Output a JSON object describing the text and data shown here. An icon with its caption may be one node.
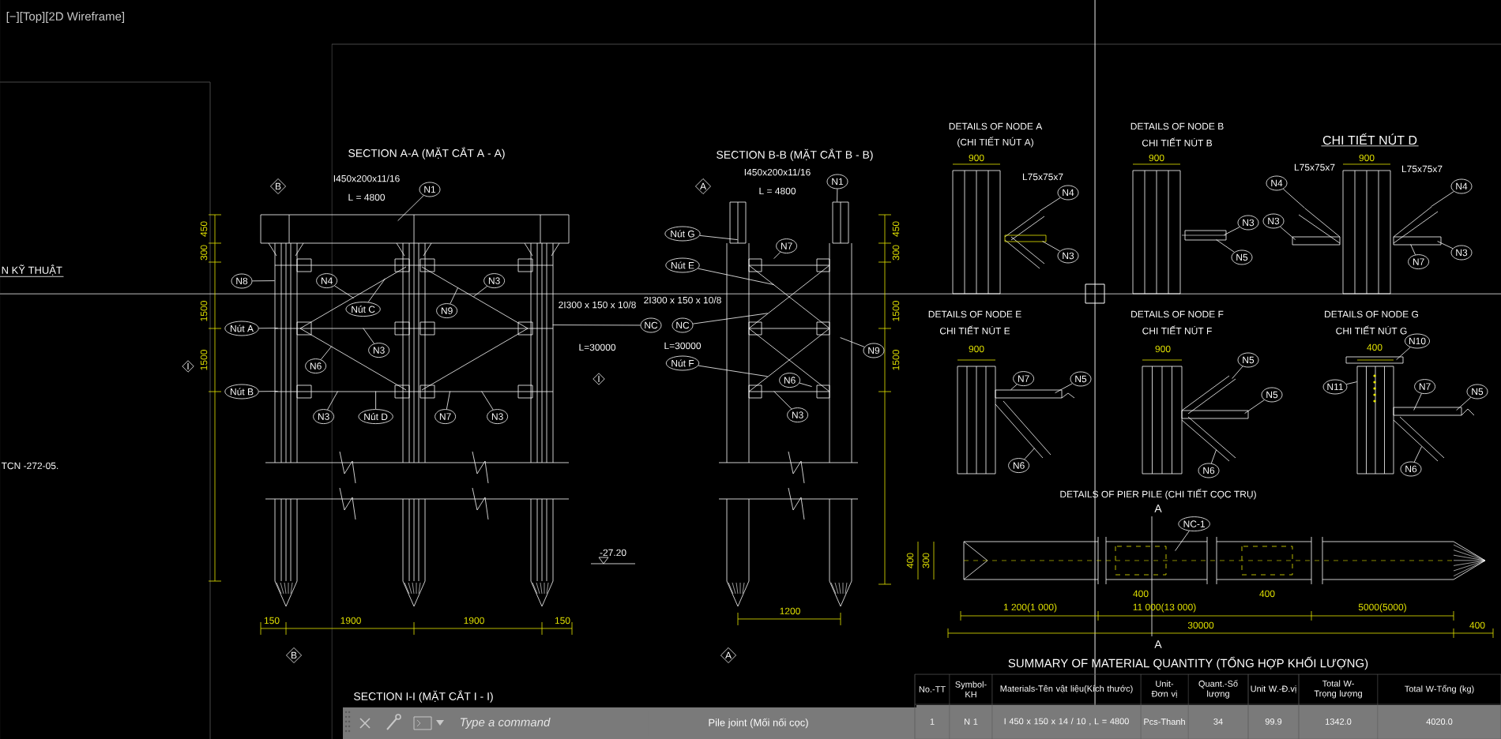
{
  "diagram": {
    "nodes": [
      {
        "text": [],
        "shape": "picture"
      },
      {
        "text": [
          "N1"
        ]
      },
      {
        "text": [
          "N8"
        ]
      },
      {
        "text": [
          "N4"
        ],
        "in": 0
      },
      {
        "text": [
          "N3"
        ],
        "in": 0
      },
      {
        "text": [
          "Nút A"
        ]
      },
      {
        "text": [
          "Nút C"
        ],
        "in": 0
      },
      {
        "text": [
          "N9"
        ],
        "in": 0
      },
      {
        "text": [
          "N3"
        ],
        "in": 0
      },
      {
        "text": [
          "N6"
        ],
        "in": 0
      },
      {
        "text": [
          "Nút D"
        ],
        "in": 0
      },
      {
        "text": [
          "N7"
        ],
        "in": 0
      },
      {
        "text": [
          "Nút B"
        ]
      },
      {
        "text": [
          "N3"
        ],
        "in": 0
      },
      {
        "text": [
          "N3"
        ],
        "in": 0
      },
      {
        "text": [
          "NC"
        ]
      },
      {
        "text": [],
        "shape": "picture"
      },
      {
        "text": [
          "N1"
        ]
      },
      {
        "text": [
          "Nút G"
        ]
      },
      {
        "text": [
          "N7"
        ],
        "in": 16
      },
      {
        "text": [
          "Nút E"
        ]
      },
      {
        "text": [
          "NC"
        ]
      },
      {
        "text": [
          "Nút F"
        ]
      },
      {
        "text": [
          "N6"
        ],
        "in": 16
      },
      {
        "text": [
          "N9"
        ]
      },
      {
        "text": [
          "N3"
        ],
        "in": 16
      },
      {
        "text": [],
        "shape": "picture"
      },
      {
        "text": [
          "N4"
        ]
      },
      {
        "text": [
          "N3"
        ]
      },
      {
        "text": [],
        "shape": "picture"
      },
      {
        "text": [
          "N3"
        ]
      },
      {
        "text": [
          "N5"
        ]
      },
      {
        "text": [],
        "shape": "picture"
      },
      {
        "text": [
          "N4"
        ]
      },
      {
        "text": [
          "N3"
        ]
      },
      {
        "text": [
          "N7"
        ],
        "in": 32
      },
      {
        "text": [
          "N3"
        ]
      },
      {
        "text": [
          "N4"
        ]
      },
      {
        "text": [],
        "shape": "picture"
      },
      {
        "text": [
          "N7"
        ],
        "in": 38
      },
      {
        "text": [
          "N5"
        ]
      },
      {
        "text": [
          "N6"
        ],
        "in": 38
      },
      {
        "text": [],
        "shape": "picture"
      },
      {
        "text": [
          "N5"
        ]
      },
      {
        "text": [
          "N5"
        ]
      },
      {
        "text": [
          "N6"
        ]
      },
      {
        "text": [],
        "shape": "picture"
      },
      {
        "text": [
          "N10"
        ]
      },
      {
        "text": [
          "N11"
        ]
      },
      {
        "text": [
          "N7"
        ],
        "in": 46
      },
      {
        "text": [
          "N5"
        ]
      },
      {
        "text": [
          "N6"
        ]
      },
      {
        "text": [],
        "shape": "picture"
      },
      {
        "text": [
          "NC-1"
        ],
        "in": 52
      }
    ],
    "edges": [
      {
        "from": 1,
        "to": 0,
        "arrow": "none"
      },
      {
        "from": 2,
        "to": 0,
        "arrow": "none"
      },
      {
        "from": 3,
        "to": 0,
        "arrow": "none"
      },
      {
        "from": 4,
        "to": 0,
        "arrow": "none"
      },
      {
        "from": 5,
        "to": 0,
        "arrow": "none"
      },
      {
        "from": 6,
        "to": 0,
        "arrow": "none"
      },
      {
        "from": 7,
        "to": 0,
        "arrow": "none"
      },
      {
        "from": 8,
        "to": 0,
        "arrow": "none"
      },
      {
        "from": 9,
        "to": 0,
        "arrow": "none"
      },
      {
        "from": 10,
        "to": 0,
        "arrow": "none"
      },
      {
        "from": 11,
        "to": 0,
        "arrow": "none"
      },
      {
        "from": 12,
        "to": 0,
        "arrow": "none"
      },
      {
        "from": 13,
        "to": 0,
        "arrow": "none"
      },
      {
        "from": 14,
        "to": 0,
        "arrow": "none"
      },
      {
        "from": 15,
        "to": 0,
        "arrow": "none"
      },
      {
        "from": 17,
        "to": 16,
        "arrow": "none"
      },
      {
        "from": 18,
        "to": 16,
        "arrow": "none"
      },
      {
        "from": 19,
        "to": 16,
        "arrow": "none"
      },
      {
        "from": 20,
        "to": 16,
        "arrow": "none"
      },
      {
        "from": 21,
        "to": 16,
        "arrow": "none"
      },
      {
        "from": 22,
        "to": 16,
        "arrow": "none"
      },
      {
        "from": 23,
        "to": 16,
        "arrow": "none"
      },
      {
        "from": 24,
        "to": 16,
        "arrow": "none"
      },
      {
        "from": 25,
        "to": 16,
        "arrow": "none"
      },
      {
        "from": 27,
        "to": 26,
        "arrow": "none"
      },
      {
        "from": 28,
        "to": 26,
        "arrow": "none"
      },
      {
        "from": 30,
        "to": 29,
        "arrow": "none"
      },
      {
        "from": 31,
        "to": 29,
        "arrow": "none"
      },
      {
        "from": 33,
        "to": 32,
        "arrow": "none"
      },
      {
        "from": 34,
        "to": 32,
        "arrow": "none"
      },
      {
        "from": 35,
        "to": 32,
        "arrow": "none"
      },
      {
        "from": 36,
        "to": 32,
        "arrow": "none"
      },
      {
        "from": 37,
        "to": 32,
        "arrow": "none"
      },
      {
        "from": 39,
        "to": 38,
        "arrow": "none"
      },
      {
        "from": 40,
        "to": 38,
        "arrow": "none"
      },
      {
        "from": 41,
        "to": 38,
        "arrow": "none"
      },
      {
        "from": 43,
        "to": 42,
        "arrow": "none"
      },
      {
        "from": 44,
        "to": 42,
        "arrow": "none"
      },
      {
        "from": 45,
        "to": 42,
        "arrow": "none"
      },
      {
        "from": 47,
        "to": 46,
        "arrow": "none"
      },
      {
        "from": 48,
        "to": 46,
        "arrow": "none"
      },
      {
        "from": 49,
        "to": 46,
        "arrow": "none"
      },
      {
        "from": 50,
        "to": 46,
        "arrow": "none"
      },
      {
        "from": 51,
        "to": 46,
        "arrow": "none"
      },
      {
        "from": 53,
        "to": 52,
        "arrow": "none"
      }
    ],
    "labels": [
      "[−][Top][2D Wireframe]",
      "N KỸ THUẬT",
      "TCN -272-05.",
      "SECTION A-A (MẶT CẮT A - A)",
      "I450x200x11/16",
      "L = 4800",
      "2I300 x 150 x 10/8",
      "L=30000",
      "SECTION B-B (MẶT CẮT B - B)",
      "I450x200x11/16",
      "L = 4800",
      "2I300 x 150 x 10/8",
      "L=30000",
      "DETAILS OF NODE A",
      "(CHI TIẾT NÚT A)",
      "DETAILS OF NODE B",
      "CHI TIẾT NÚT B",
      "CHI TIẾT NÚT D",
      "DETAILS OF NODE E",
      "CHI TIẾT NÚT E",
      "DETAILS OF NODE F",
      "CHI TIẾT NÚT F",
      "DETAILS OF NODE G",
      "CHI TIẾT NÚT G",
      "DETAILS OF PIER PILE (CHI TIẾT CỌC TRỤ)",
      "SUMMARY OF MATERIAL QUANTITY (TỔNG HỢP KHỐI LƯỢNG)",
      "SECTION I-I (MẶT CẮT I - I)",
      "Type a command",
      "Pile joint (Mối nối cọc)",
      "B",
      "I",
      "B",
      "A",
      "I",
      "A",
      "450",
      "300",
      "1500",
      "1500",
      "150",
      "1900",
      "1900",
      "150",
      "-27.20",
      "450",
      "300",
      "1500",
      "1500",
      "1200",
      "900",
      "L75x75x7",
      "900",
      "900",
      "L75x75x7",
      "L75x75x7",
      "900",
      "900",
      "400",
      "A",
      "A",
      "400",
      "300",
      "400",
      "400",
      "1 200(1 000)",
      "11 000(13 000)",
      "5000(5000)",
      "30000",
      "400",
      "No.-TT",
      "Symbol-KH",
      "Materials-Tên vật liệu(Kích thước)",
      "Unit-Đơn vị",
      "Quant.-Số lượng",
      "Unit W.-Đ.vị",
      "Total W-Trọng lượng",
      "Total W-Tổng (kg)",
      "1",
      "N 1",
      "I 450 x 150 x 14 / 10 , L = 4800",
      "Pcs-Thanh",
      "34",
      "99.9",
      "1342.0",
      "4020.0"
    ]
  }
}
